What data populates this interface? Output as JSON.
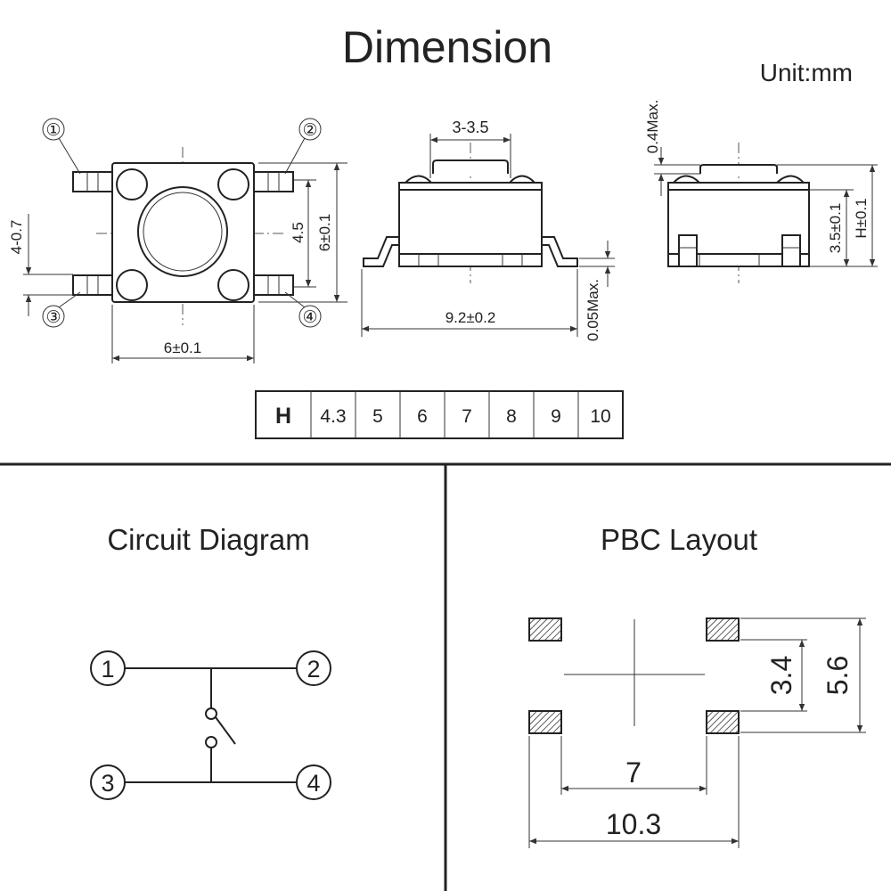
{
  "header": {
    "title": "Dimension",
    "unit": "Unit:mm"
  },
  "top_view": {
    "pins": [
      "①",
      "②",
      "③",
      "④"
    ],
    "dim_width": "6±0.1",
    "dim_height": "6±0.1",
    "dim_pitch": "4.5",
    "dim_pin_width": "4-0.7"
  },
  "side_view": {
    "dim_actuator": "3-3.5",
    "dim_length": "9.2±0.2",
    "dim_lead": "0.05Max."
  },
  "end_view": {
    "dim_gap": "0.4Max.",
    "dim_body_height": "3.5±0.1",
    "dim_total_height": "H±0.1"
  },
  "height_table": {
    "header": "H",
    "values": [
      "4.3",
      "5",
      "6",
      "7",
      "8",
      "9",
      "10"
    ]
  },
  "circuit": {
    "title": "Circuit Diagram",
    "terminals": [
      "1",
      "2",
      "3",
      "4"
    ]
  },
  "pcb": {
    "title": "PBC Layout",
    "dim_inner_x": "7",
    "dim_outer_x": "10.3",
    "dim_inner_y": "3.4",
    "dim_outer_y": "5.6"
  }
}
